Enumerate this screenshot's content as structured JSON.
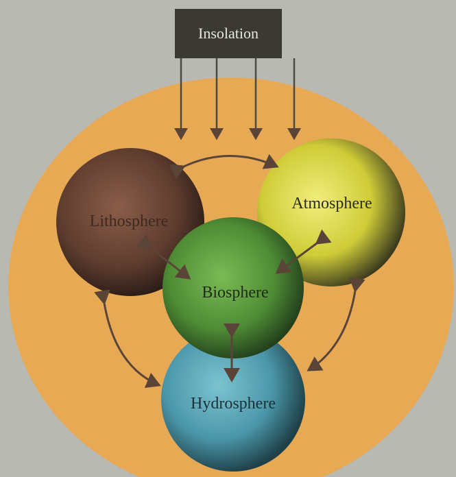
{
  "diagram": {
    "source_label": "Insolation",
    "spheres": {
      "lithosphere": "Lithosphere",
      "atmosphere": "Atmosphere",
      "biosphere": "Biosphere",
      "hydrosphere": "Hydrosphere"
    },
    "colors": {
      "page": "#b9b9b4",
      "disc": "#e7a954",
      "box": "#3a3a33",
      "box_text": "#e8e8e0",
      "lithosphere": "#6b4637",
      "atmosphere": "#d6d53a",
      "biosphere": "#5f9a3e",
      "hydrosphere": "#5aa3b4",
      "arrow": "#5a4438"
    }
  }
}
